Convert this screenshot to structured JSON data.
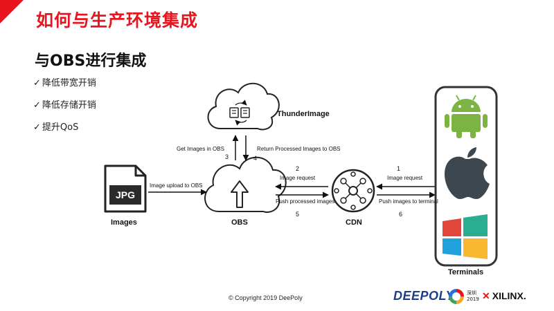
{
  "slide": {
    "title": "如何与生产环境集成",
    "subtitle": "与OBS进行集成",
    "bullets": [
      "降低带宽开销",
      "降低存储开销",
      "提升QoS"
    ],
    "check": "✓"
  },
  "diagram": {
    "nodes": {
      "thunder": "ThunderImage",
      "images": "Images",
      "obs": "OBS",
      "cdn": "CDN",
      "terminals": "Terminals",
      "jpg": "JPG"
    },
    "edges": {
      "upload": "Image upload to OBS",
      "get_images": "Get Images in OBS",
      "return_images": "Return Processed Images to OBS",
      "image_request_cdn": "Image request",
      "push_processed": "Push processed images",
      "image_request_term": "Image request",
      "push_terminal": "Push images to terminal"
    },
    "step_numbers": {
      "n1": "1",
      "n2": "2",
      "n3": "3",
      "n4": "4",
      "n5": "5",
      "n6": "6"
    }
  },
  "footer": {
    "copyright": "© Copyright 2019 DeePoly",
    "deepoly": "DEEPOLY",
    "badge_line1": "深圳",
    "badge_line2": "2019",
    "xilinx": "XILINX."
  }
}
